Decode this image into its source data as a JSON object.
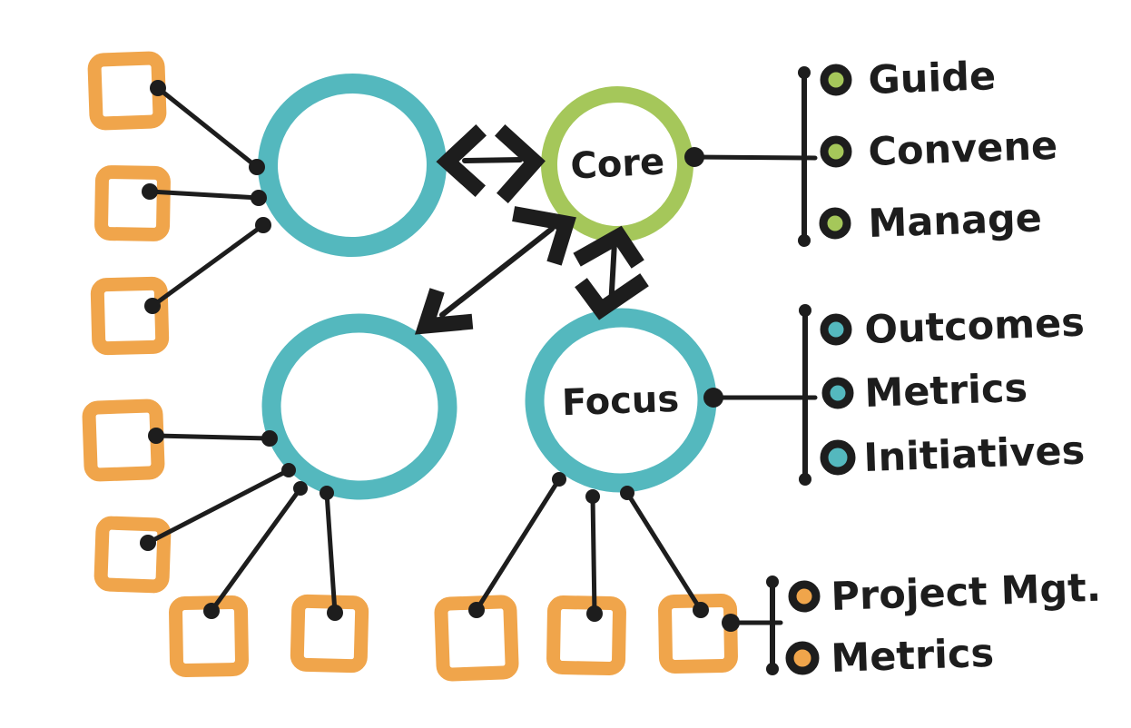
{
  "diagram": {
    "nodes": {
      "hub_top": {
        "label": ""
      },
      "core": {
        "label": "Core"
      },
      "hub_mid": {
        "label": ""
      },
      "focus": {
        "label": "Focus"
      }
    },
    "legends": {
      "core": {
        "items": [
          "Guide",
          "Convene",
          "Manage"
        ]
      },
      "focus": {
        "items": [
          "Outcomes",
          "Metrics",
          "Initiatives"
        ]
      },
      "project": {
        "items": [
          "Project Mgt.",
          "Metrics"
        ]
      }
    },
    "colors": {
      "teal": "#54b8be",
      "green": "#a5c75a",
      "orange": "#f0a54b",
      "ink": "#1d1d1d",
      "background": "#ffffff"
    }
  }
}
